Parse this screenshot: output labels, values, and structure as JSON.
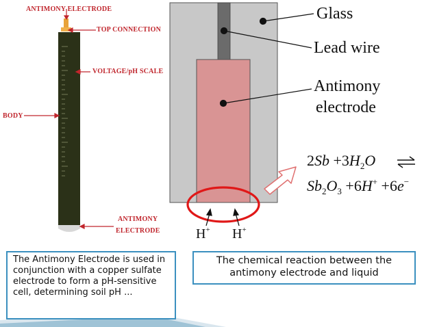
{
  "left_diagram": {
    "label_top": "ANTIMONY ELECTRODE",
    "label_connection": "TOP CONNECTION",
    "label_scale": "VOLTAGE/pH SCALE",
    "label_body": "BODY",
    "label_bottom_line1": "ANTIMONY",
    "label_bottom_line2": "ELECTRODE"
  },
  "right_diagram": {
    "label_glass": "Glass",
    "label_lead_wire": "Lead wire",
    "label_antimony_line1": "Antimony",
    "label_antimony_line2": "electrode",
    "ion_left": "H",
    "ion_right": "H",
    "ion_charge": "+"
  },
  "equation": {
    "line1": {
      "coef_sb": "2",
      "sb": "Sb",
      "plus": "+",
      "coef_h2o": "3",
      "h": "H",
      "h_sub": "2",
      "o": "O"
    },
    "line2": {
      "sb": "Sb",
      "sb_sub": "2",
      "o": "O",
      "o_sub": "3",
      "plus1": "+",
      "coef_h": "6",
      "h": "H",
      "h_sup": "+",
      "plus2": "+",
      "coef_e": "6",
      "e": "e",
      "e_sup": "−"
    }
  },
  "captions": {
    "left_box": "The Antimony Electrode is used in conjunction with a copper sulfate electrode to form a pH-sensitive cell, determining soil pH ...",
    "right_box": "The chemical reaction between the antimony electrode and liquid"
  },
  "colors": {
    "label_red": "#c0262d",
    "electrode_body": "#2b3118",
    "glass": "#c8c8c8",
    "lead_wire": "#6b6b6b",
    "antimony": "#d99494",
    "highlight_ring": "#e01818",
    "box_border": "#3a8fbf",
    "arrow_outline": "#e07070"
  }
}
